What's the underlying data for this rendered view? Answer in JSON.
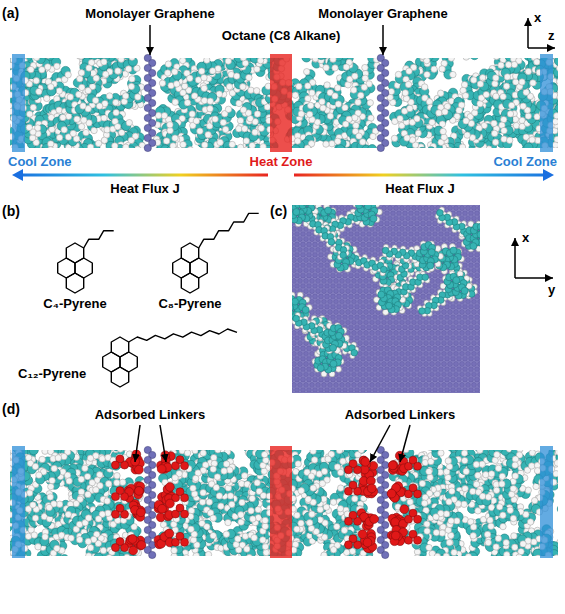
{
  "diagram": {
    "labels": [
      "(a)",
      "Monolayer Graphene",
      "Monolayer Graphene",
      "Octane (C8 Alkane)",
      "x",
      "z",
      "Cool Zone",
      "Heat Zone",
      "Cool Zone",
      "Heat Flux J",
      "Heat Flux J",
      "(b)",
      "C₄-Pyrene",
      "C₈-Pyrene",
      "C₁₂-Pyrene",
      "(c)",
      "x",
      "y",
      "(d)",
      "Adsorbed Linkers",
      "Adsorbed Linkers"
    ]
  }
}
